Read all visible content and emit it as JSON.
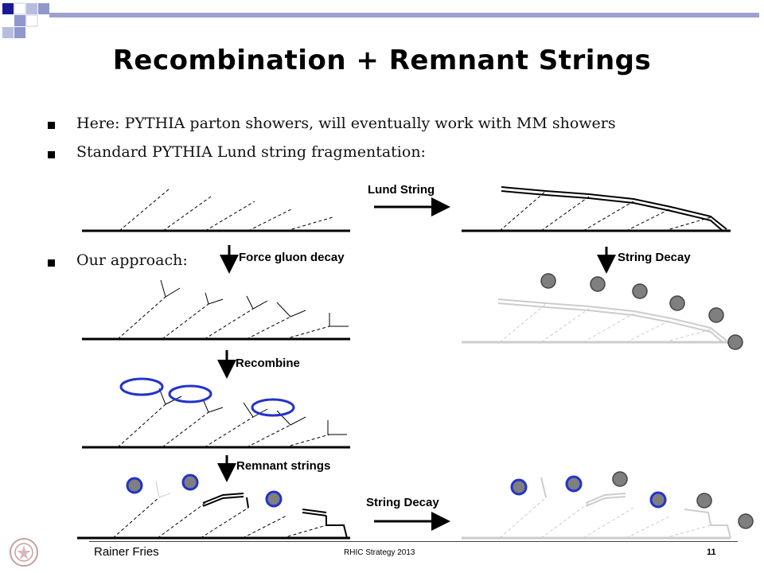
{
  "slide": {
    "title": "Recombination + Remnant Strings",
    "bullets": [
      "Here: PYTHIA parton showers, will eventually work with MM showers",
      "Standard PYTHIA Lund string fragmentation:",
      "Our approach:"
    ]
  },
  "diagram": {
    "labels": {
      "lund_string": "Lund String",
      "force_gluon_decay": "Force gluon decay",
      "string_decay_top": "String Decay",
      "recombine": "Recombine",
      "remnant_strings": "Remnant strings",
      "string_decay_bottom": "String Decay"
    },
    "colors": {
      "hadron_fill": "#7f7f7f",
      "recombined_outline": "#2233cc",
      "faded_string": "#cccccc"
    }
  },
  "footer": {
    "author": "Rainer Fries",
    "center": "RHIC Strategy 2013",
    "page": "11"
  }
}
